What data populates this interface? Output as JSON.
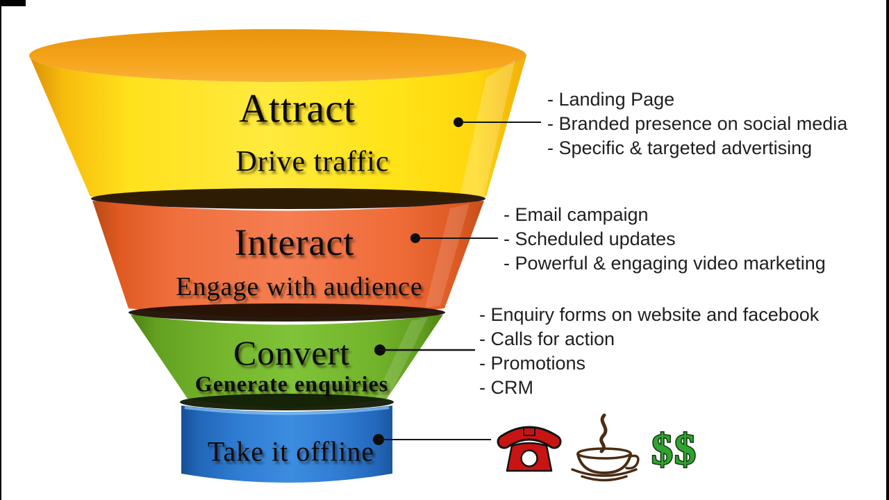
{
  "palette": {
    "bg": "#ffffff",
    "frame": "#000000",
    "tier-yellow": "#FFE11C",
    "tier-orange": "#F2703E",
    "tier-green": "#76B52C",
    "tier-blue": "#2F7ED4",
    "funnel-opening": "#F5A41C",
    "annotation-text": "#1f1f1f",
    "phone-red": "#C91414",
    "coffee-brown": "#4A2C12",
    "dollar-green": "#2FA32F"
  },
  "funnel": {
    "tiers": [
      {
        "title": "Attract",
        "subtitle": "Drive traffic",
        "color": "#FFE11C",
        "annotations": [
          "- Landing Page",
          "- Branded presence on social media",
          "- Specific & targeted advertising"
        ]
      },
      {
        "title": "Interact",
        "subtitle": "Engage with audience",
        "color": "#F2703E",
        "annotations": [
          "- Email campaign",
          "- Scheduled updates",
          "- Powerful & engaging video marketing"
        ]
      },
      {
        "title": "Convert",
        "subtitle": "Generate enquiries",
        "color": "#76B52C",
        "annotations": [
          "- Enquiry forms on website and facebook",
          "- Calls for action",
          "- Promotions",
          "- CRM"
        ]
      },
      {
        "title": "Take it offline",
        "subtitle": "",
        "color": "#2F7ED4",
        "annotations": []
      }
    ]
  },
  "icons": {
    "phone": "red-telephone-icon",
    "coffee": "coffee-cup-icon",
    "dollars_label": "$$"
  }
}
